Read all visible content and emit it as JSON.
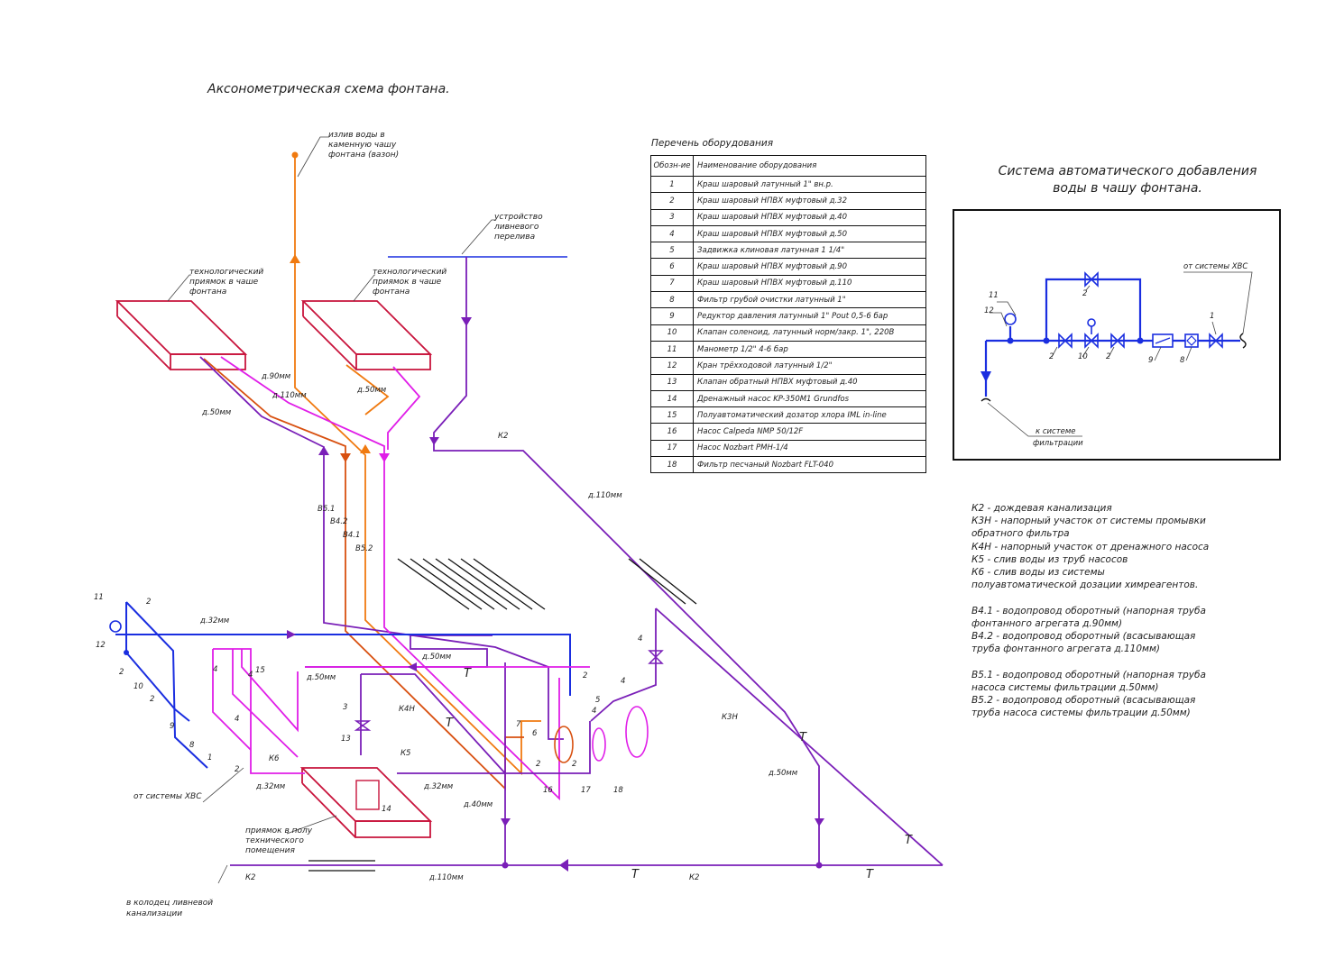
{
  "titles": {
    "main": "Аксонометрическая схема фонтана.",
    "list": "Перечень оборудования",
    "auto_line1": "Система автоматического добавления",
    "auto_line2": "воды в чашу фонтана."
  },
  "table": {
    "headers": [
      "Обозн-ие",
      "Наименование оборудования"
    ],
    "rows": [
      [
        "1",
        "Краш шаровый латунный 1\" вн.р."
      ],
      [
        "2",
        "Краш шаровый НПВХ муфтовый д.32"
      ],
      [
        "3",
        "Краш шаровый НПВХ муфтовый д.40"
      ],
      [
        "4",
        "Краш шаровый НПВХ муфтовый д.50"
      ],
      [
        "5",
        "Задвижка клиновая латунная 1 1/4\""
      ],
      [
        "6",
        "Краш шаровый НПВХ муфтовый д.90"
      ],
      [
        "7",
        "Краш шаровый НПВХ муфтовый д.110"
      ],
      [
        "8",
        "Фильтр грубой очистки латунный 1\""
      ],
      [
        "9",
        "Редуктор давления латунный 1\" Pout 0,5-6 бар"
      ],
      [
        "10",
        "Клапан соленоид, латунный норм/закр. 1\", 220В"
      ],
      [
        "11",
        "Манометр 1/2\" 4-6 бар"
      ],
      [
        "12",
        "Кран трёхходовой латунный 1/2\""
      ],
      [
        "13",
        "Клапан обратный НПВХ муфтовый д.40"
      ],
      [
        "14",
        "Дренажный насос KP-350M1 Grundfos"
      ],
      [
        "15",
        "Полуавтоматический дозатор хлора IML in-line"
      ],
      [
        "16",
        "Насос Calpeda NMP 50/12F"
      ],
      [
        "17",
        "Насос Nozbart PMH-1/4"
      ],
      [
        "18",
        "Фильтр песчаный Nozbart FLT-040"
      ]
    ]
  },
  "legend": [
    "К2 - дождевая канализация",
    "К3Н - напорный участок от системы промывки",
    "обратного фильтра",
    "К4Н - напорный участок от дренажного насоса",
    "К5 - слив воды из труб насосов",
    "К6 - слив воды из системы",
    "полуавтоматической дозации химреагентов.",
    "",
    "В4.1 - водопровод оборотный (напорная труба",
    "фонтанного агрегата д.90мм)",
    "В4.2 - водопровод оборотный (всасывающая",
    "труба фонтанного агрегата д.110мм)",
    "",
    "В5.1 - водопровод оборотный (напорная труба",
    "насоса системы фильтрации д.50мм)",
    "В5.2 - водопровод оборотный (всасывающая",
    "труба насоса системы фильтрации д.50мм)"
  ],
  "notes": {
    "outflow": [
      "излив воды в",
      "каменную чашу",
      "фонтана (вазон)"
    ],
    "overflow": [
      "устройство",
      "ливневого",
      "перелива"
    ],
    "pit_bowl_1": [
      "технологический",
      "приямок в чаше",
      "фонтана"
    ],
    "pit_bowl_2": [
      "технологический",
      "приямок в чаше",
      "фонтана"
    ],
    "pit_floor": [
      "приямок в полу",
      "технического",
      "помещения"
    ],
    "from_hvs": "от системы ХВС",
    "to_well": [
      "в колодец ливневой",
      "канализации"
    ],
    "auto_from_hvs": "от системы ХВС",
    "auto_to_filter": [
      "к системе",
      "фильтрации"
    ]
  },
  "pipe_labels": {
    "d90": "д.90мм",
    "d110a": "д.110мм",
    "d50a": "д.50мм",
    "d50b": "д.50мм",
    "d110b": "д.110мм",
    "d32a": "д.32мм",
    "d50c": "д.50мм",
    "d50d": "д.50мм",
    "d32b": "д.32мм",
    "d32c": "д.32мм",
    "d40": "д.40мм",
    "d50e": "д.50мм",
    "d110c": "д.110мм",
    "k2a": "К2",
    "k2b": "К2",
    "k2c": "К2",
    "k3n": "К3Н",
    "k4n": "К4Н",
    "k5": "К5",
    "k6": "К6",
    "b51": "В5.1",
    "b42": "В4.2",
    "b41": "В4.1",
    "b52": "В5.2"
  },
  "markers": {
    "m11": "11",
    "m12": "12",
    "m2a": "2",
    "m2b": "2",
    "m10": "10",
    "m2c": "2",
    "m9": "9",
    "m8": "8",
    "m1": "1",
    "m2d": "2",
    "m4a": "4",
    "m4b": "4",
    "m15": "15",
    "m4c": "4",
    "m3": "3",
    "m13": "13",
    "m14": "14",
    "m7": "7",
    "m6": "6",
    "m2e": "2",
    "m16": "16",
    "m5": "5",
    "m4d": "4",
    "m2f": "2",
    "m17": "17",
    "m4e": "4",
    "m4f": "4",
    "m18": "18",
    "m2g": "2",
    "a11": "11",
    "a12": "12",
    "a2top": "2",
    "a2l": "2",
    "a10": "10",
    "a2r": "2",
    "a9": "9",
    "a8": "8",
    "a1": "1"
  },
  "colors": {
    "blue": "#1a2ee0",
    "violet": "#7a1fb8",
    "magenta": "#e01ee8",
    "orange": "#f07a10",
    "dark_orange": "#d85010",
    "crimson": "#c8143c",
    "black": "#111111"
  }
}
